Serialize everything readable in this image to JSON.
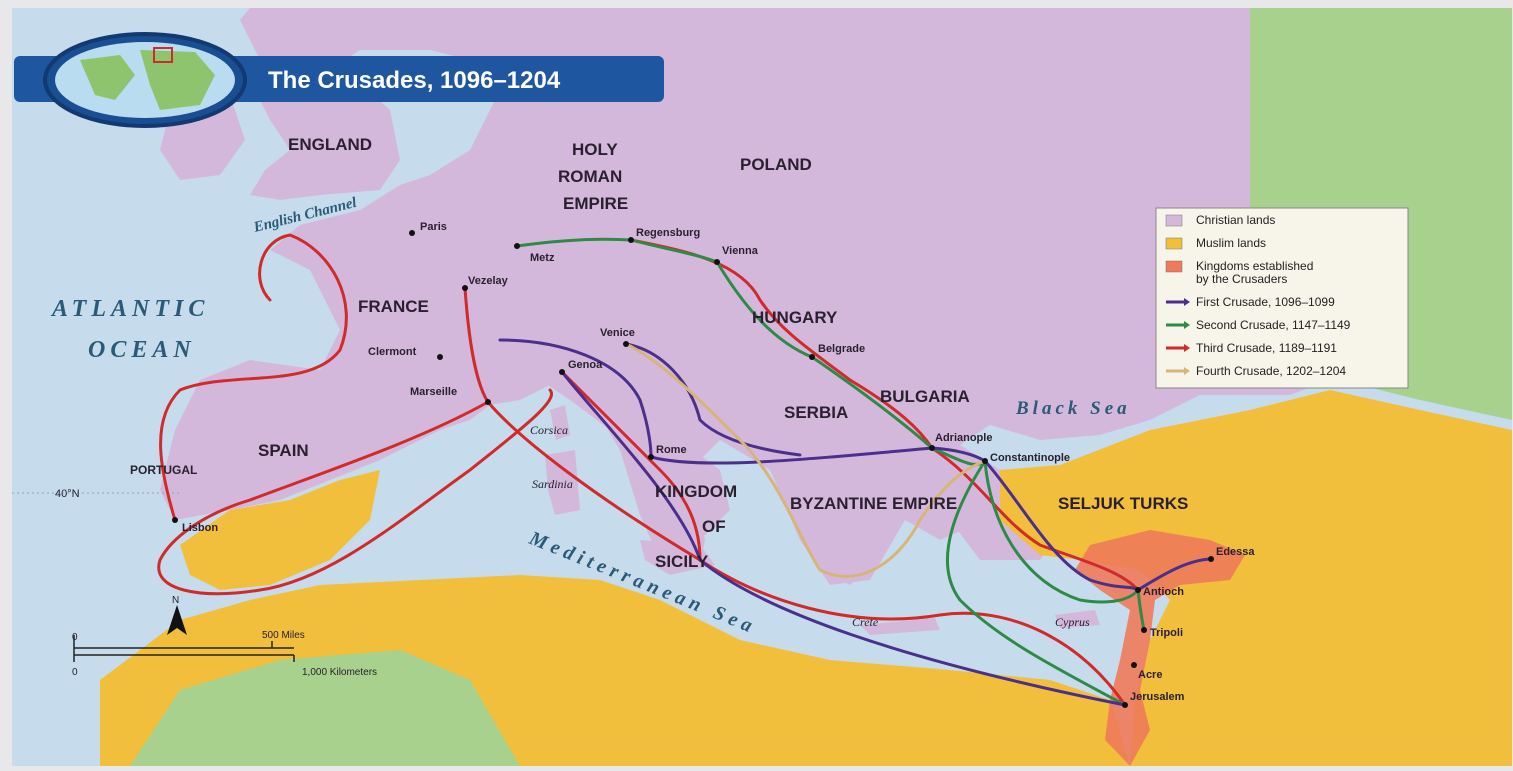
{
  "title": "The Crusades, 1096–1204",
  "colors": {
    "sea": "#c6dcec",
    "christian": "#d4b8dc",
    "muslim": "#f2bf3c",
    "crusader_kingdoms": "#ee7a5a",
    "other_land": "#a7d18c",
    "first": "#4b2f8c",
    "second": "#2f8a47",
    "third": "#d12a2a",
    "fourth": "#d7b57a"
  },
  "legend": [
    {
      "key": "christian",
      "label": "Christian lands",
      "kind": "swatch"
    },
    {
      "key": "muslim",
      "label": "Muslim lands",
      "kind": "swatch"
    },
    {
      "key": "crusader_kingdoms",
      "label": "Kingdoms established",
      "label2": "by the Crusaders",
      "kind": "swatch"
    },
    {
      "key": "first",
      "label": "First  Crusade, 1096–1099",
      "kind": "arrow"
    },
    {
      "key": "second",
      "label": "Second Crusade, 1147–1149",
      "kind": "arrow"
    },
    {
      "key": "third",
      "label": "Third Crusade, 1189–1191",
      "kind": "arrow"
    },
    {
      "key": "fourth",
      "label": "Fourth Crusade, 1202–1204",
      "kind": "arrow"
    }
  ],
  "regions": {
    "england": "ENGLAND",
    "holy_roman_1": "HOLY",
    "holy_roman_2": "ROMAN",
    "holy_roman_3": "EMPIRE",
    "poland": "POLAND",
    "france": "FRANCE",
    "hungary": "HUNGARY",
    "bulgaria": "BULGARIA",
    "serbia": "SERBIA",
    "spain": "SPAIN",
    "portugal": "PORTUGAL",
    "kingdom": "KINGDOM",
    "of": "OF",
    "sicily": "SICILY",
    "byzantine": "BYZANTINE EMPIRE",
    "seljuk": "SELJUK TURKS"
  },
  "seas": {
    "atlantic_1": "ATLANTIC",
    "atlantic_2": "OCEAN",
    "english_channel": "English Channel",
    "black_sea": "Black Sea",
    "mediterranean": "Mediterranean Sea"
  },
  "islands": {
    "corsica": "Corsica",
    "sardinia": "Sardinia",
    "crete": "Crete",
    "cyprus": "Cyprus"
  },
  "cities": {
    "paris": "Paris",
    "metz": "Metz",
    "regensburg": "Regensburg",
    "vienna": "Vienna",
    "vezelay": "Vezelay",
    "clermont": "Clermont",
    "marseille": "Marseille",
    "venice": "Venice",
    "genoa": "Genoa",
    "rome": "Rome",
    "belgrade": "Belgrade",
    "adrianople": "Adrianople",
    "constantinople": "Constantinople",
    "edessa": "Edessa",
    "antioch": "Antioch",
    "tripoli": "Tripoli",
    "acre": "Acre",
    "jerusalem": "Jerusalem",
    "lisbon": "Lisbon"
  },
  "scale": {
    "north": "N",
    "miles_zero": "0",
    "miles": "500 Miles",
    "km_zero": "0",
    "km": "1,000 Kilometers"
  },
  "latitude_label": "40°N"
}
